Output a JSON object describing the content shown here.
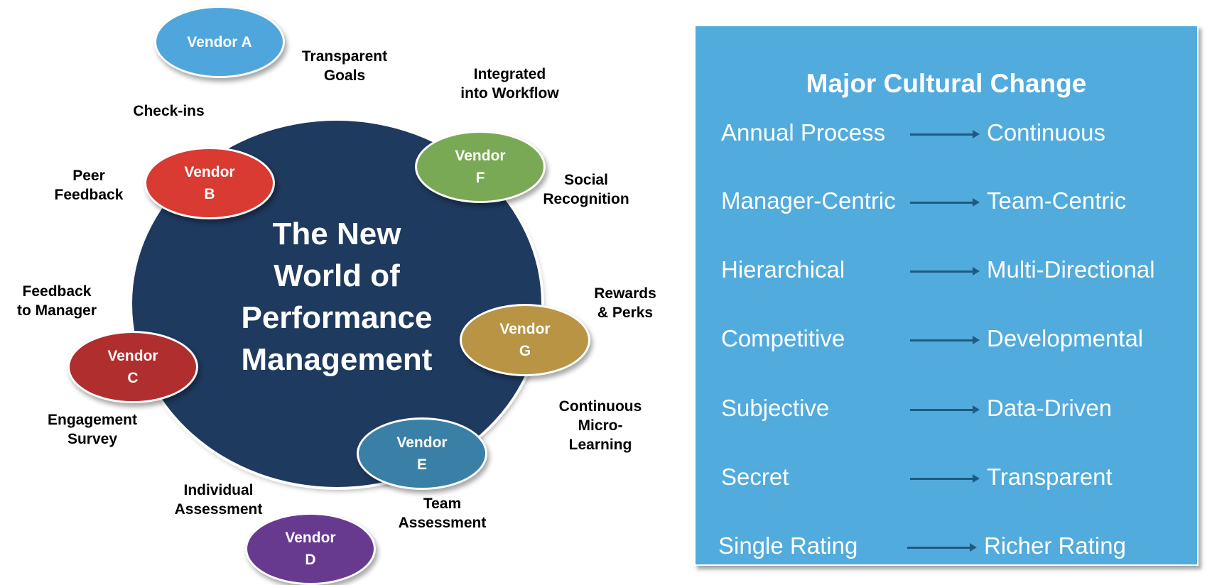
{
  "hub": {
    "title_lines": [
      "The New",
      "World of",
      "Performance",
      "Management"
    ],
    "color": "#1f3a5f"
  },
  "vendors": [
    {
      "id": "A",
      "line1": "Vendor A",
      "line2": "",
      "color": "#4ea6dc"
    },
    {
      "id": "B",
      "line1": "Vendor",
      "line2": "B",
      "color": "#d93a31"
    },
    {
      "id": "C",
      "line1": "Vendor",
      "line2": "C",
      "color": "#b02e2e"
    },
    {
      "id": "D",
      "line1": "Vendor",
      "line2": "D",
      "color": "#673a8f"
    },
    {
      "id": "E",
      "line1": "Vendor",
      "line2": "E",
      "color": "#3a7fa6"
    },
    {
      "id": "F",
      "line1": "Vendor",
      "line2": "F",
      "color": "#7aa955"
    },
    {
      "id": "G",
      "line1": "Vendor",
      "line2": "G",
      "color": "#b89444"
    }
  ],
  "features": [
    {
      "label": "Transparent\nGoals"
    },
    {
      "label": "Integrated\ninto Workflow"
    },
    {
      "label": "Check-ins"
    },
    {
      "label": "Peer\nFeedback"
    },
    {
      "label": "Social\nRecognition"
    },
    {
      "label": "Feedback\nto Manager"
    },
    {
      "label": "Rewards\n& Perks"
    },
    {
      "label": "Engagement\nSurvey"
    },
    {
      "label": "Continuous\nMicro-\nLearning"
    },
    {
      "label": "Individual\nAssessment"
    },
    {
      "label": "Team\nAssessment"
    }
  ],
  "panel": {
    "title": "Major Cultural Change",
    "color": "#51abdd",
    "changes": [
      {
        "from": "Annual Process",
        "to": "Continuous"
      },
      {
        "from": "Manager-Centric",
        "to": "Team-Centric"
      },
      {
        "from": "Hierarchical",
        "to": "Multi-Directional"
      },
      {
        "from": "Competitive",
        "to": "Developmental"
      },
      {
        "from": "Subjective",
        "to": "Data-Driven"
      },
      {
        "from": "Secret",
        "to": "Transparent"
      },
      {
        "from": "Single Rating",
        "to": "Richer Rating"
      }
    ]
  }
}
